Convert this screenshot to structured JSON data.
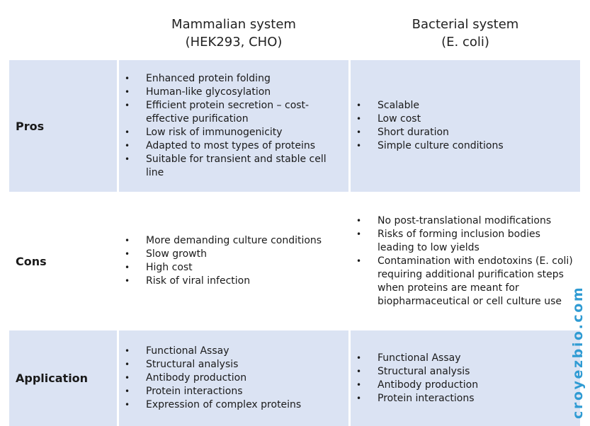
{
  "headers": {
    "mammalian": {
      "line1": "Mammalian system",
      "line2": "(HEK293, CHO)"
    },
    "bacterial": {
      "line1": "Bacterial system",
      "line2": "(E. coli)"
    }
  },
  "rows": {
    "pros": {
      "label": "Pros",
      "mammalian": [
        "Enhanced protein folding",
        "Human-like glycosylation",
        "Efficient protein secretion – cost-effective purification",
        "Low risk of immunogenicity",
        "Adapted to most types of proteins",
        "Suitable for transient and stable cell line"
      ],
      "bacterial": [
        "Scalable",
        "Low cost",
        "Short duration",
        "Simple culture conditions"
      ]
    },
    "cons": {
      "label": "Cons",
      "mammalian": [
        "More demanding culture conditions",
        "Slow growth",
        "High cost",
        "Risk of viral infection"
      ],
      "bacterial": [
        "No post-translational modifications",
        "Risks of forming inclusion bodies leading to low yields",
        "Contamination with endotoxins  (E. coli) requiring additional purification steps when proteins are meant for biopharmaceutical or cell culture use"
      ]
    },
    "application": {
      "label": "Application",
      "mammalian": [
        "Functional Assay",
        "Structural analysis",
        "Antibody production",
        "Protein interactions",
        "Expression of complex proteins"
      ],
      "bacterial": [
        "Functional Assay",
        "Structural analysis",
        "Antibody production",
        "Protein interactions"
      ]
    }
  },
  "watermark": "croyezbio.com",
  "colors": {
    "row_shade": "#dbe3f3",
    "watermark": "#2f9bd3",
    "text": "#1a1a1a"
  }
}
